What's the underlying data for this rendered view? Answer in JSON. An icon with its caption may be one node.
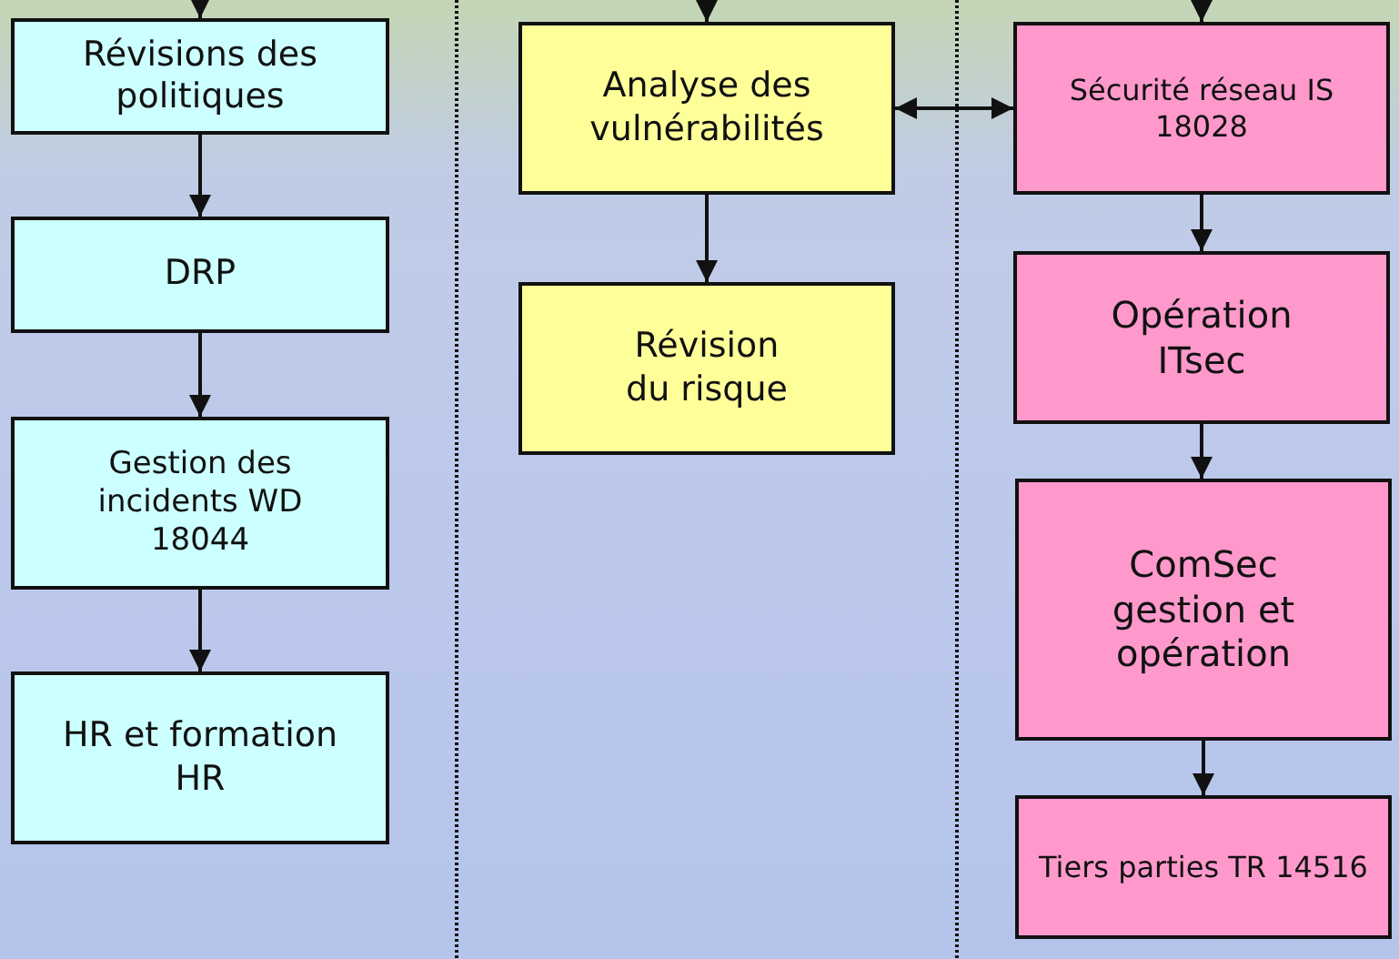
{
  "diagram": {
    "nodes": [
      {
        "text": [
          "Révisions des politiques"
        ]
      },
      {
        "text": [
          "DRP"
        ]
      },
      {
        "text": [
          "Gestion des incidents WD 18044"
        ]
      },
      {
        "text": [
          "HR et formation HR"
        ]
      },
      {
        "text": [
          "Analyse des vulnérabilités"
        ]
      },
      {
        "text": [
          "Révision du risque"
        ]
      },
      {
        "text": [
          "Sécurité réseau IS 18028"
        ]
      },
      {
        "text": [
          "Opération ITsec"
        ]
      },
      {
        "text": [
          "ComSec gestion et opération"
        ]
      },
      {
        "text": [
          "Tiers parties TR 14516"
        ]
      }
    ],
    "edges": [
      {
        "from": null,
        "to": 0,
        "arrow": "to"
      },
      {
        "from": 0,
        "to": 1,
        "arrow": "to"
      },
      {
        "from": 1,
        "to": 2,
        "arrow": "to"
      },
      {
        "from": 2,
        "to": 3,
        "arrow": "to"
      },
      {
        "from": null,
        "to": 4,
        "arrow": "to"
      },
      {
        "from": 4,
        "to": 5,
        "arrow": "to"
      },
      {
        "from": 4,
        "to": 6,
        "arrow": "both"
      },
      {
        "from": null,
        "to": 6,
        "arrow": "to"
      },
      {
        "from": 6,
        "to": 7,
        "arrow": "to"
      },
      {
        "from": 7,
        "to": 8,
        "arrow": "to"
      },
      {
        "from": 8,
        "to": 9,
        "arrow": "to"
      }
    ]
  }
}
